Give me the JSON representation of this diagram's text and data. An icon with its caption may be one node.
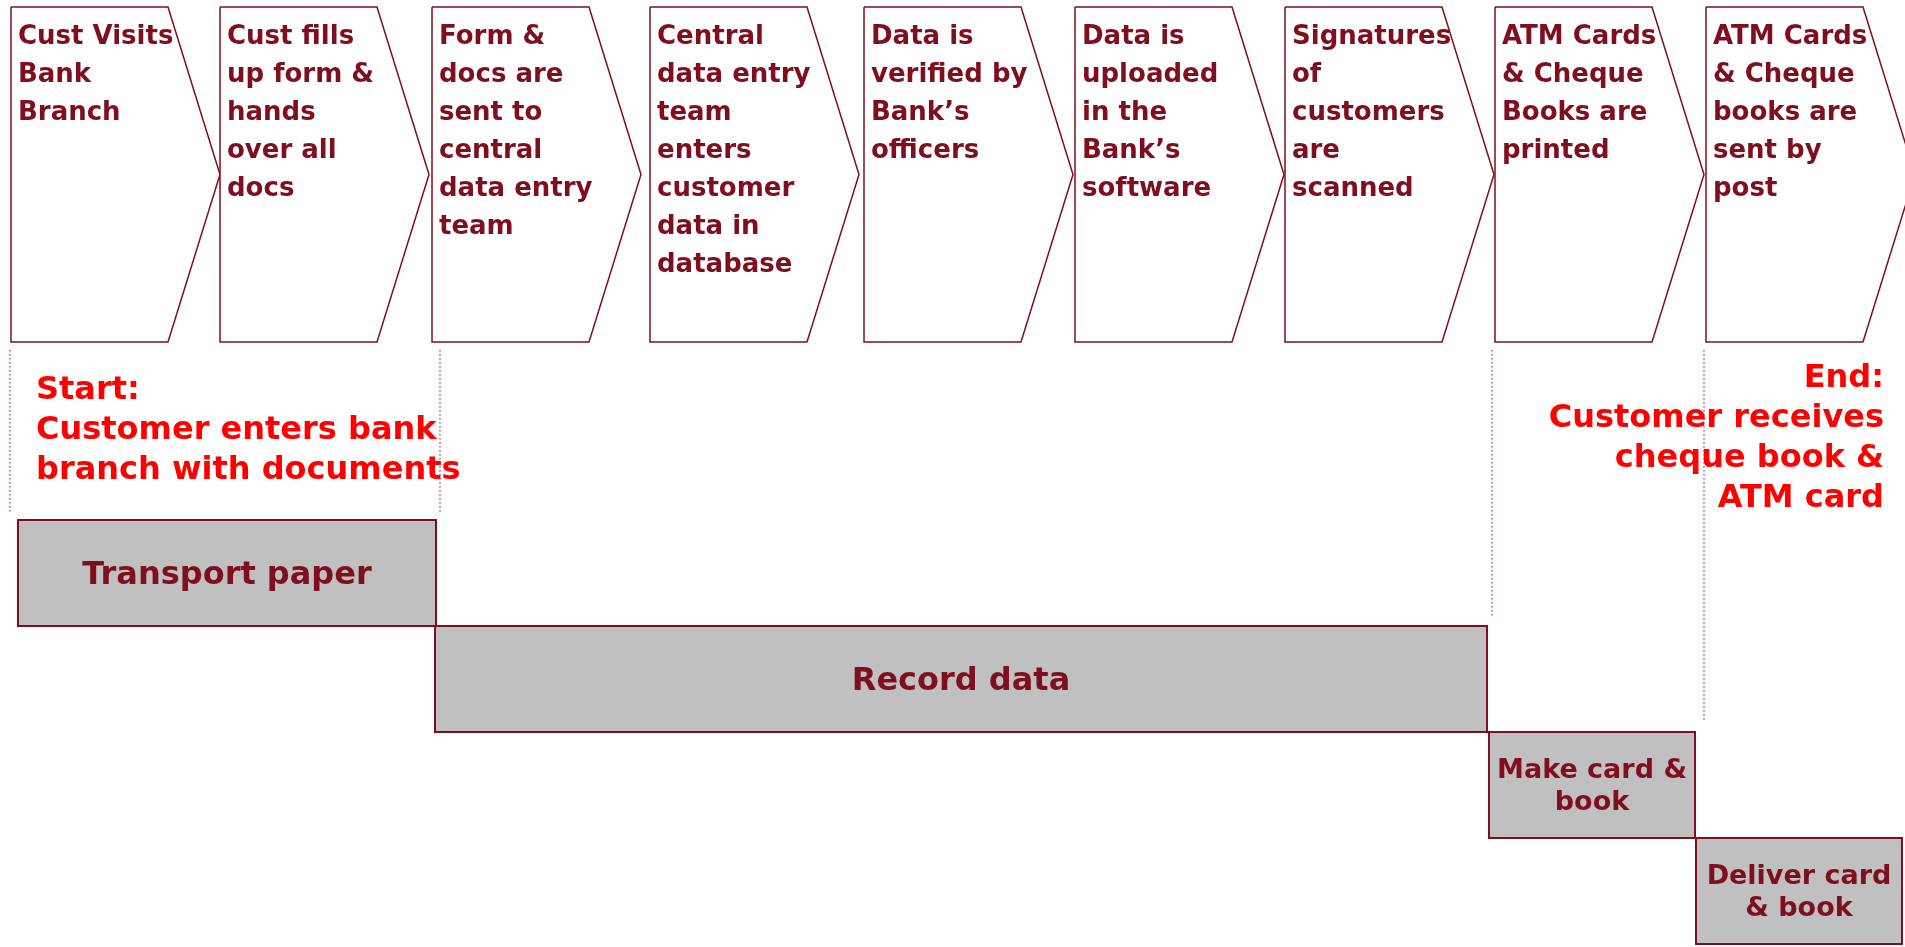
{
  "diagram": {
    "nodes": [
      {
        "text": [
          "Cust Visits Bank Branch"
        ]
      },
      {
        "text": [
          "Cust fills up form & hands over all docs"
        ]
      },
      {
        "text": [
          "Form & docs are sent to central data entry team"
        ]
      },
      {
        "text": [
          "Central data entry team enters customer data in database"
        ]
      },
      {
        "text": [
          "Data is verified by Bank’s officers"
        ]
      },
      {
        "text": [
          "Data is uploaded in the Bank’s software"
        ]
      },
      {
        "text": [
          "Signatures of customers are scanned"
        ]
      },
      {
        "text": [
          "ATM Cards & Cheque Books are printed"
        ]
      },
      {
        "text": [
          "ATM Cards & Cheque books are sent by post"
        ]
      },
      {
        "text": [
          "Transport paper"
        ]
      },
      {
        "text": [
          "Record data"
        ]
      },
      {
        "text": [
          "Make card & book"
        ]
      },
      {
        "text": [
          "Deliver card & book"
        ]
      }
    ],
    "labels": [
      "Start:",
      "Customer enters bank branch with documents",
      "End:",
      "Customer receives cheque book & ATM card"
    ]
  }
}
